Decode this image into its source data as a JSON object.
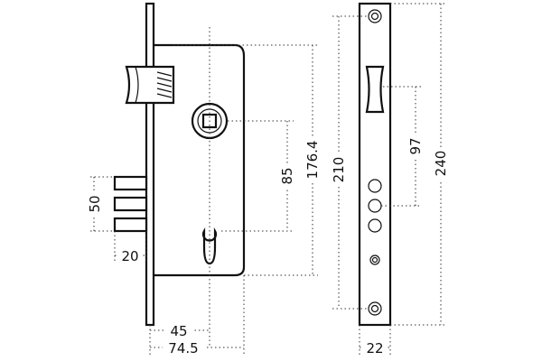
{
  "dimensions": {
    "d45": "45",
    "d74_5": "74.5",
    "d20": "20",
    "d50": "50",
    "d85": "85",
    "d176_4": "176.4",
    "d210": "210",
    "d97": "97",
    "d240": "240",
    "d22": "22"
  }
}
